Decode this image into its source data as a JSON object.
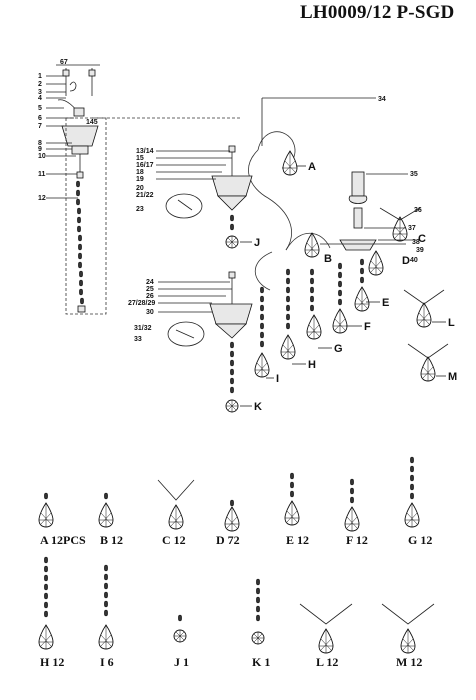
{
  "header": {
    "model_code": "LH0009/12 P-SGD"
  },
  "assembly": {
    "dimension": "67",
    "dimension_145": "145",
    "labels_left": [
      "1",
      "2",
      "3",
      "4",
      "5",
      "6",
      "7",
      "8",
      "9",
      "10",
      "11",
      "12"
    ],
    "labels_upper_arm": [
      "13/14",
      "15",
      "16/17",
      "18",
      "19",
      "20",
      "21/22",
      "23"
    ],
    "labels_lower_arm": [
      "24",
      "25",
      "26",
      "27/28/29",
      "30",
      "31/32",
      "33"
    ],
    "labels_right": [
      "34",
      "35",
      "36",
      "37",
      "38",
      "39",
      "40"
    ],
    "callouts": [
      "A",
      "B",
      "C",
      "D",
      "E",
      "F",
      "G",
      "H",
      "I",
      "J",
      "K",
      "L",
      "M"
    ]
  },
  "parts_row1": [
    {
      "letter": "A",
      "code": "A 12PCS",
      "kind": "drop"
    },
    {
      "letter": "B",
      "code": "B 12",
      "kind": "drop"
    },
    {
      "letter": "C",
      "code": "C 12",
      "kind": "vdrop"
    },
    {
      "letter": "D",
      "code": "D 72",
      "kind": "small"
    },
    {
      "letter": "E",
      "code": "E 12",
      "kind": "chain2"
    },
    {
      "letter": "F",
      "code": "F 12",
      "kind": "chain2"
    },
    {
      "letter": "G",
      "code": "G 12",
      "kind": "chain3"
    }
  ],
  "parts_row2": [
    {
      "letter": "H",
      "code": "H 12",
      "kind": "longchain"
    },
    {
      "letter": "I",
      "code": "I 6",
      "kind": "longchain"
    },
    {
      "letter": "J",
      "code": "J 1",
      "kind": "ball"
    },
    {
      "letter": "K",
      "code": "K 1",
      "kind": "ballchain"
    },
    {
      "letter": "L",
      "code": "L 12",
      "kind": "vdrop"
    },
    {
      "letter": "M",
      "code": "M 12",
      "kind": "vdrop"
    }
  ]
}
